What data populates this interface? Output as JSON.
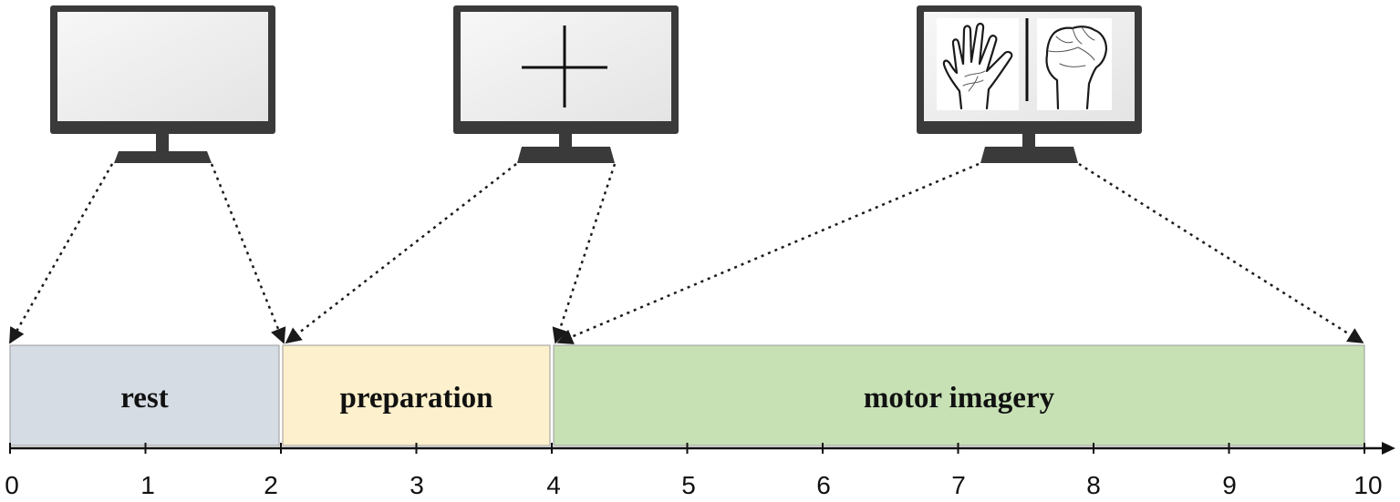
{
  "phases": [
    {
      "id": "rest",
      "label": "rest",
      "start": 0,
      "end": 2,
      "color": "#d6dce4"
    },
    {
      "id": "preparation",
      "label": "preparation",
      "start": 2,
      "end": 4,
      "color": "#fdf0cc"
    },
    {
      "id": "motor-imagery",
      "label": "motor imagery",
      "start": 4,
      "end": 10,
      "color": "#c7e1b5"
    }
  ],
  "axis": {
    "ticks": [
      "0",
      "1",
      "2",
      "3",
      "4",
      "5",
      "6",
      "7",
      "8",
      "9",
      "10"
    ],
    "range": [
      0,
      10
    ]
  },
  "monitors": [
    {
      "id": "blank",
      "screen": "blank",
      "points_to": [
        0,
        2
      ]
    },
    {
      "id": "fixation-cross",
      "screen": "fixation-cross-icon",
      "points_to": [
        2,
        4
      ]
    },
    {
      "id": "cue",
      "screen": "open-hand-and-fist-icons",
      "points_to": [
        4,
        10
      ]
    }
  ],
  "colors": {
    "monitor_frame": "#3a3a3a",
    "screen": "#eeeeee",
    "connector": "#1a1a1a"
  }
}
